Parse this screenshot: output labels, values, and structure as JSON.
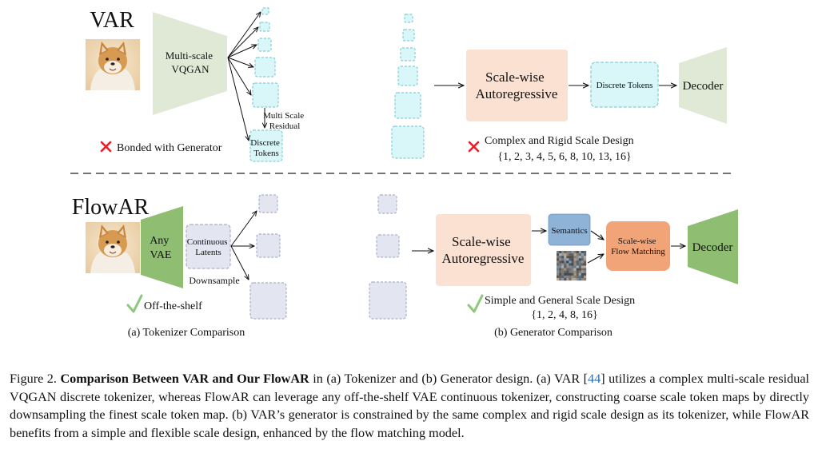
{
  "var_section": {
    "title": "VAR",
    "tokenizer_label": [
      "Multi-scale",
      "VQGAN"
    ],
    "residual_label": [
      "Multi Scale",
      "Residual"
    ],
    "discrete_tokens_label": [
      "Discrete",
      "Tokens"
    ],
    "bonded_note": "Bonded with Generator",
    "scale_wise_label": [
      "Scale-wise",
      "Autoregressive"
    ],
    "discrete_tokens_box": "Discrete Tokens",
    "decoder_label": "Decoder",
    "scale_note": "Complex and Rigid Scale Design",
    "scale_list": "{1, 2, 3, 4, 5, 6, 8, 10, 13, 16}"
  },
  "flowar_section": {
    "title": "FlowAR",
    "vae_label": [
      "Any",
      "VAE"
    ],
    "continuous_label": [
      "Continuous",
      "Latents"
    ],
    "downsample_label": "Downsample",
    "offshelf_note": "Off-the-shelf",
    "scale_wise_label": [
      "Scale-wise",
      "Autoregressive"
    ],
    "semantics_label": "Semantics",
    "flow_matching_label": [
      "Scale-wise",
      "Flow Matching"
    ],
    "decoder_label": "Decoder",
    "scale_note": "Simple and General Scale Design",
    "scale_list": "{1, 2, 4, 8, 16}"
  },
  "subcaptions": {
    "a": "(a) Tokenizer Comparison",
    "b": "(b) Generator Comparison"
  },
  "caption": {
    "label": "Figure 2.",
    "bold": "Comparison Between VAR and Our FlowAR",
    "text1": " in (a) Tokenizer and (b) Generator design. (a) VAR [",
    "cite": "44",
    "text2": "] utilizes a complex multi-scale residual VQGAN discrete tokenizer, whereas FlowAR can leverage any off-the-shelf VAE continuous tokenizer, constructing coarse scale token maps by directly downsampling the finest scale token map. (b) VAR’s generator is constrained by the same complex and rigid scale design as its tokenizer, while FlowAR benefits from a simple and flexible scale design, enhanced by the flow matching model."
  },
  "colors": {
    "var_tokenizer": "#dfe9d6",
    "flowar_vae": "#8fbd72",
    "token_cyan": "#d9f6f8",
    "token_cyan_border": "#86cdd3",
    "latent_grey": "#e3e5f1",
    "latent_border": "#aab0c8",
    "autoregressive": "#fbe1d2",
    "semantics": "#8fb3d6",
    "flow_matching": "#f2a479",
    "cross_red": "#e3202b",
    "check_green": "#8cc97a"
  },
  "icons": [
    "dog-photo",
    "red-cross-icon",
    "green-check-icon",
    "noise-image",
    "arrow-icon"
  ]
}
